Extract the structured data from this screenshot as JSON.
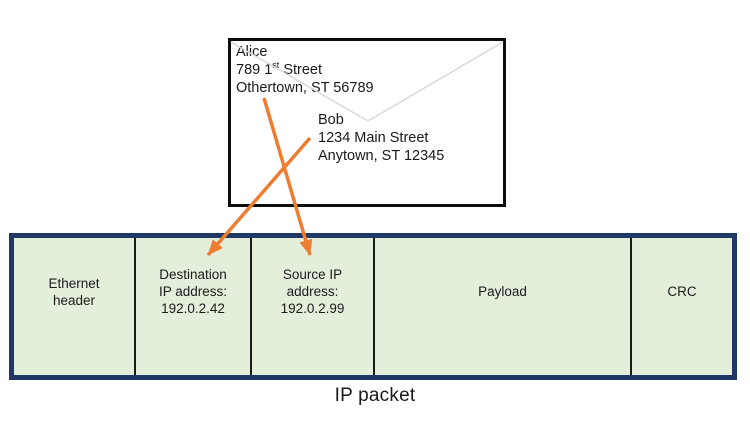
{
  "colors": {
    "arrow": "#ED7D31",
    "packet_fill": "#E3EFDB",
    "packet_border": "#1F3864",
    "envelope_border": "#0D0D0D",
    "flap_line": "#D9D9D9",
    "divider": "#1A1A1A",
    "text": "#1A1A1A",
    "canvas_bg": "#FFFFFF"
  },
  "envelope": {
    "sender": {
      "name": "Alice",
      "street_prefix": "789 1",
      "street_ordinal": "st",
      "street_suffix": " Street",
      "city": "Othertown, ST 56789"
    },
    "recipient": {
      "name": "Bob",
      "street": "1234 Main Street",
      "city": "Anytown, ST 12345"
    }
  },
  "packet": {
    "caption": "IP packet",
    "fields": [
      {
        "id": "ethernet-header",
        "lines": [
          "Ethernet",
          "header"
        ]
      },
      {
        "id": "destination-ip",
        "lines": [
          "Destination",
          "IP address:",
          "192.0.2.42"
        ]
      },
      {
        "id": "source-ip",
        "lines": [
          "Source IP",
          "address:",
          "192.0.2.99"
        ]
      },
      {
        "id": "payload",
        "lines": [
          "Payload"
        ]
      },
      {
        "id": "crc",
        "lines": [
          "CRC"
        ]
      }
    ]
  },
  "arrows": [
    {
      "from": "sender-address",
      "to": "source-ip-field"
    },
    {
      "from": "recipient-address",
      "to": "destination-ip-field"
    }
  ]
}
